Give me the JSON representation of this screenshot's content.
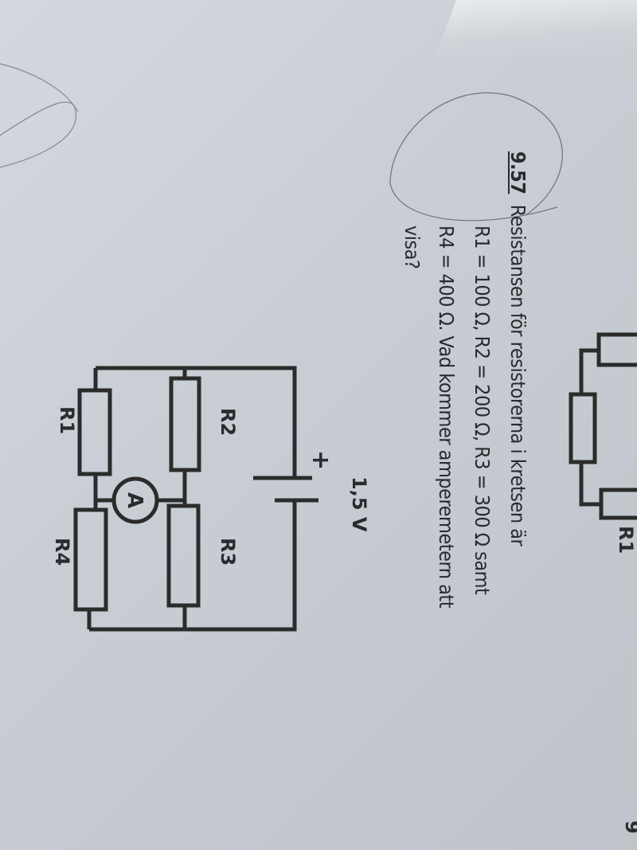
{
  "problem": {
    "number": "9.57",
    "lines": [
      "Resistansen för resistorerna i kretsen är",
      "R1 = 100 Ω, R2 = 200 Ω, R3 = 300 Ω samt",
      "R4 = 400 Ω. Vad kommer amperemetern att",
      "visa?"
    ]
  },
  "circuit": {
    "labels": {
      "r1": "R1",
      "r2": "R2",
      "r3": "R3",
      "r4": "R4",
      "ammeter": "A",
      "voltage": "1,5 V",
      "plus": "+"
    }
  },
  "previous_figure": {
    "label": "R1"
  },
  "page_number": "9"
}
